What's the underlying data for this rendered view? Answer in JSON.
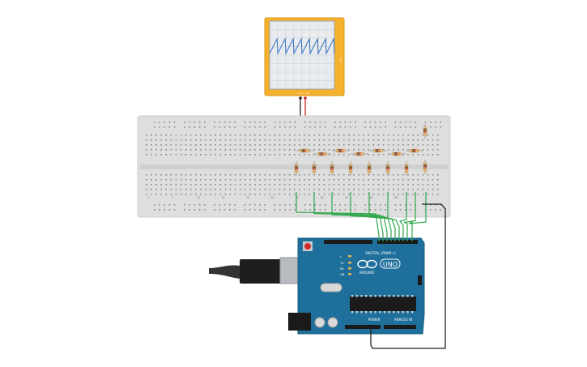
{
  "oscilloscope": {
    "frame_color": "#f4b12c",
    "screen_color": "#e9ecee",
    "trace_color": "#2f6fc6",
    "trace_periods": 8,
    "side_label": "1 ms",
    "bottom_label": "10 V / div"
  },
  "arduino": {
    "board_color": "#1f6f9c",
    "brand": "ARDUINO",
    "model": "UNO",
    "digital_label": "DIGITAL (PWM~)",
    "power_label": "POWER",
    "analog_label": "ANALOG IN",
    "tx_label": "TX",
    "rx_label": "RX",
    "on_label": "ON",
    "l_label": "L"
  },
  "breadboard": {
    "body_color": "#dedede",
    "row_numbers": [
      "1",
      "5",
      "10",
      "15",
      "20",
      "25",
      "30",
      "35",
      "40",
      "45",
      "50"
    ]
  },
  "wires": {
    "signal_color": "#2ea84a",
    "red_color": "#d42b2b",
    "black_color": "#222222"
  }
}
